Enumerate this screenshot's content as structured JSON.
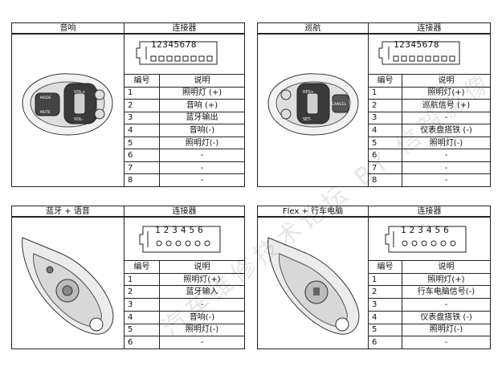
{
  "panels": [
    {
      "title": "音响",
      "conn_title": "连接器",
      "pins": "12345678",
      "col_no": "编号",
      "col_desc": "说明",
      "rows": [
        {
          "no": "1",
          "desc": "照明灯 (+)"
        },
        {
          "no": "2",
          "desc": "音响 (+)"
        },
        {
          "no": "3",
          "desc": "蓝牙输出"
        },
        {
          "no": "4",
          "desc": "音响(-)"
        },
        {
          "no": "5",
          "desc": "照明灯(-)"
        },
        {
          "no": "6",
          "desc": "-"
        },
        {
          "no": "7",
          "desc": "-"
        },
        {
          "no": "8",
          "desc": "-"
        }
      ],
      "labels": [
        "VOL+",
        "VOL-",
        "MODE",
        "MUTE"
      ]
    },
    {
      "title": "巡航",
      "conn_title": "连接器",
      "pins": "12345678",
      "col_no": "编号",
      "col_desc": "说明",
      "rows": [
        {
          "no": "1",
          "desc": "照明灯(+)"
        },
        {
          "no": "2",
          "desc": "巡航信号 (+)"
        },
        {
          "no": "3",
          "desc": "-"
        },
        {
          "no": "4",
          "desc": "仪表盘搭铁 (-)"
        },
        {
          "no": "5",
          "desc": "照明灯(-)"
        },
        {
          "no": "6",
          "desc": "-"
        },
        {
          "no": "7",
          "desc": "-"
        },
        {
          "no": "8",
          "desc": "-"
        }
      ],
      "labels": [
        "RES+",
        "SET-",
        "CANCEL"
      ]
    },
    {
      "title": "蓝牙 + 语音",
      "conn_title": "连接器",
      "pins": "123456",
      "col_no": "编号",
      "col_desc": "说明",
      "rows": [
        {
          "no": "1",
          "desc": "照明灯(+)"
        },
        {
          "no": "2",
          "desc": "蓝牙输入"
        },
        {
          "no": "3",
          "desc": "-"
        },
        {
          "no": "4",
          "desc": "音响(-)"
        },
        {
          "no": "5",
          "desc": "照明灯(-)"
        },
        {
          "no": "6",
          "desc": "-"
        }
      ]
    },
    {
      "title": "Flex + 行车电脑",
      "conn_title": "连接器",
      "pins": "123456",
      "col_no": "编号",
      "col_desc": "说明",
      "rows": [
        {
          "no": "1",
          "desc": "照明灯(+)"
        },
        {
          "no": "2",
          "desc": "行车电脑信号(-)"
        },
        {
          "no": "3",
          "desc": "-"
        },
        {
          "no": "4",
          "desc": "仪表盘搭铁 (-)"
        },
        {
          "no": "5",
          "desc": "照明灯(-)"
        },
        {
          "no": "6",
          "desc": "-"
        }
      ]
    }
  ],
  "watermark": "汽车维修技术论坛 BY 信毅影像"
}
